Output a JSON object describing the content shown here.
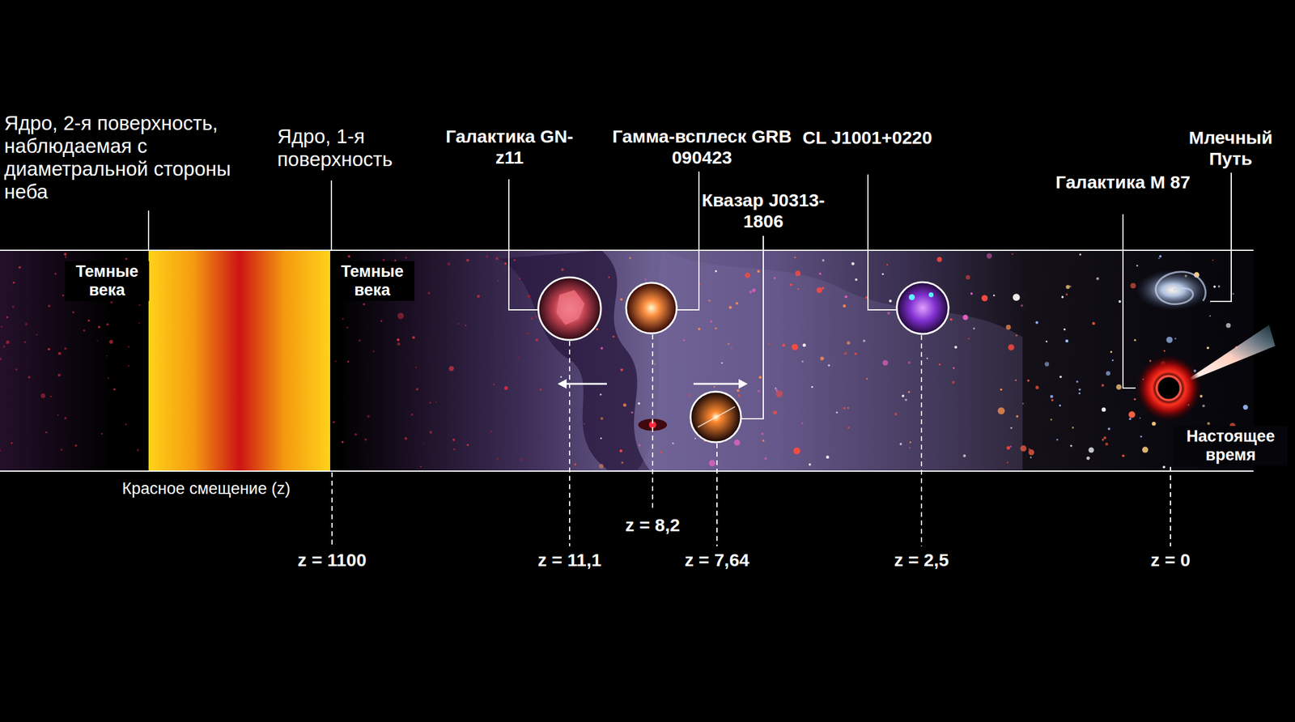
{
  "diagram": {
    "labels": [
      "Ядро, 2-я поверхность, наблюдаемая с диаметральной стороны неба",
      "Ядро, 1-я поверхность",
      "Галактика GN-z11",
      "Гамма-всплеск GRB 090423",
      "CL J1001+0220",
      "Млечный Путь",
      "Квазар J0313-1806",
      "Галактика M 87",
      "Темные века",
      "Темные века",
      "Настоящее время",
      "Красное смещение (z)",
      "z = 1100",
      "z = 11,1",
      "z = 8,2",
      "z = 7,64",
      "z = 2,5",
      "z = 0"
    ]
  }
}
